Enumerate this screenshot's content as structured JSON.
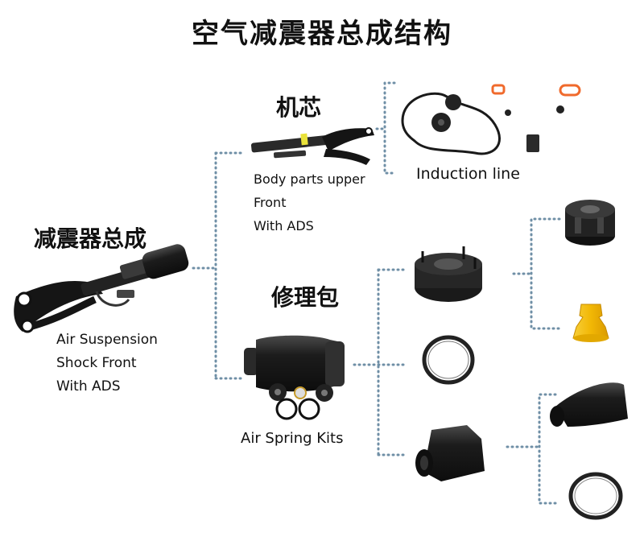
{
  "title": "空气减震器总成结构",
  "assembly": {
    "heading": "减震器总成",
    "caption": [
      "Air Suspension",
      "Shock Front",
      "With ADS"
    ]
  },
  "core": {
    "heading": "机芯",
    "caption": [
      "Body parts upper",
      "Front",
      "With ADS"
    ]
  },
  "induction": {
    "label": "Induction line"
  },
  "repair_kit": {
    "heading": "修理包",
    "caption": "Air Spring Kits"
  },
  "colors": {
    "connector": "#6f8fa6",
    "rubber": "#1c1c1c",
    "metal": "#2e2e2e",
    "buffer": "#f2b705",
    "seal": "#f06a2c"
  },
  "icons": [
    "shock-absorber-icon",
    "strut-core-icon",
    "wiring-harness-icon",
    "air-spring-icon",
    "top-mount-icon",
    "rubber-bushing-icon",
    "bump-stop-icon",
    "sealing-ring-icon",
    "dust-boot-icon",
    "rubber-sleeve-icon",
    "retaining-ring-icon"
  ]
}
